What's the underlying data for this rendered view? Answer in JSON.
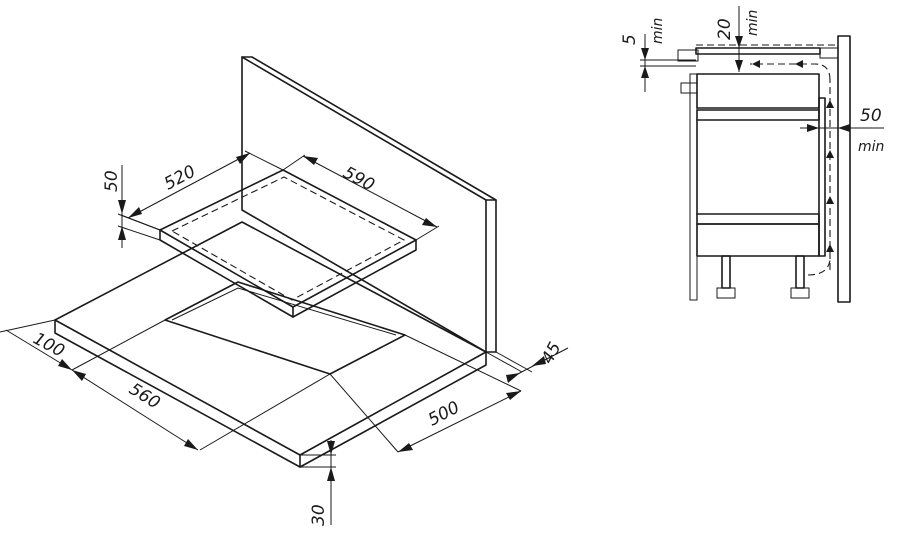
{
  "installation": {
    "dimensions": {
      "cutout_width": "560",
      "cutout_depth": "500",
      "front_margin": "100",
      "back_margin": "45",
      "worktop_thickness": "30",
      "hob_width": "590",
      "hob_depth": "520",
      "hob_height": "50"
    }
  },
  "section": {
    "dimensions": {
      "gap_top": "5",
      "gap_top_unit": "min",
      "gap_side": "20",
      "gap_side_unit": "min",
      "gap_wall": "50",
      "gap_wall_unit": "min"
    }
  }
}
